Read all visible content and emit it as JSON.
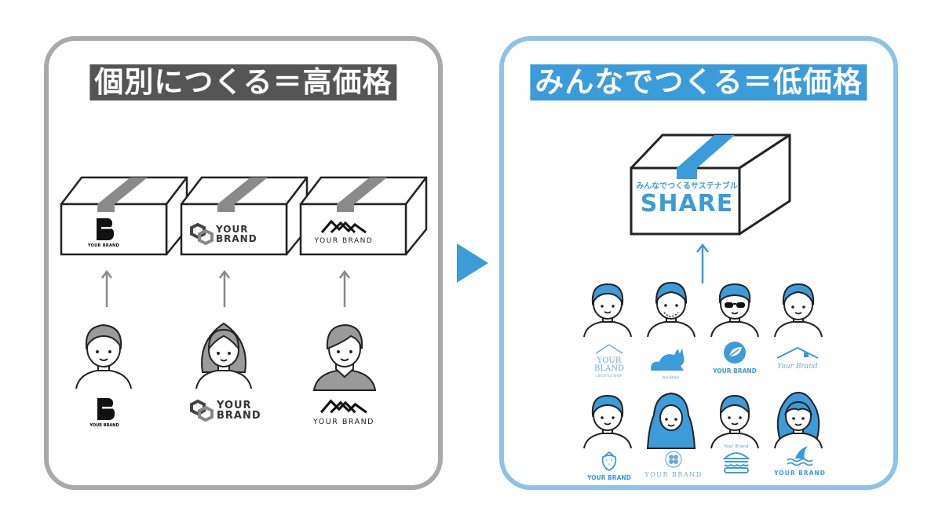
{
  "left_panel": {
    "title": "個別につくる＝高価格",
    "brand_a_label": "YOUR BRAND",
    "brand_b_label": "YOUR\nBRAND",
    "brand_b_line1": "YOUR",
    "brand_b_line2": "BRAND",
    "brand_c_label": "YOUR BRAND"
  },
  "right_panel": {
    "title": "みんなでつくる＝低価格",
    "share_box_caption": "みんなでつくるサステナブル",
    "share_box_label": "SHARE",
    "logos": {
      "house_line1": "YOUR",
      "house_line2": "BLAND",
      "house_sub": "LIFESTYLE SHOP",
      "cat_label": "Your Brand",
      "leaf_label": "YOUR BRAND",
      "roof_label": "Your Brand",
      "strawberry_label": "YOUR BRAND",
      "clover_label": "YOUR BRAND",
      "burger_label": "Your Brand",
      "shark_label": "YOUR BRAND"
    }
  },
  "colors": {
    "gray_border": "#a9a9a9",
    "blue_border": "#8cc3e6",
    "gray_title_bg": "#555555",
    "blue_title_bg": "#3c9bd9",
    "accent_blue": "#3c9bd9",
    "tape_gray": "#8a8a8a"
  }
}
